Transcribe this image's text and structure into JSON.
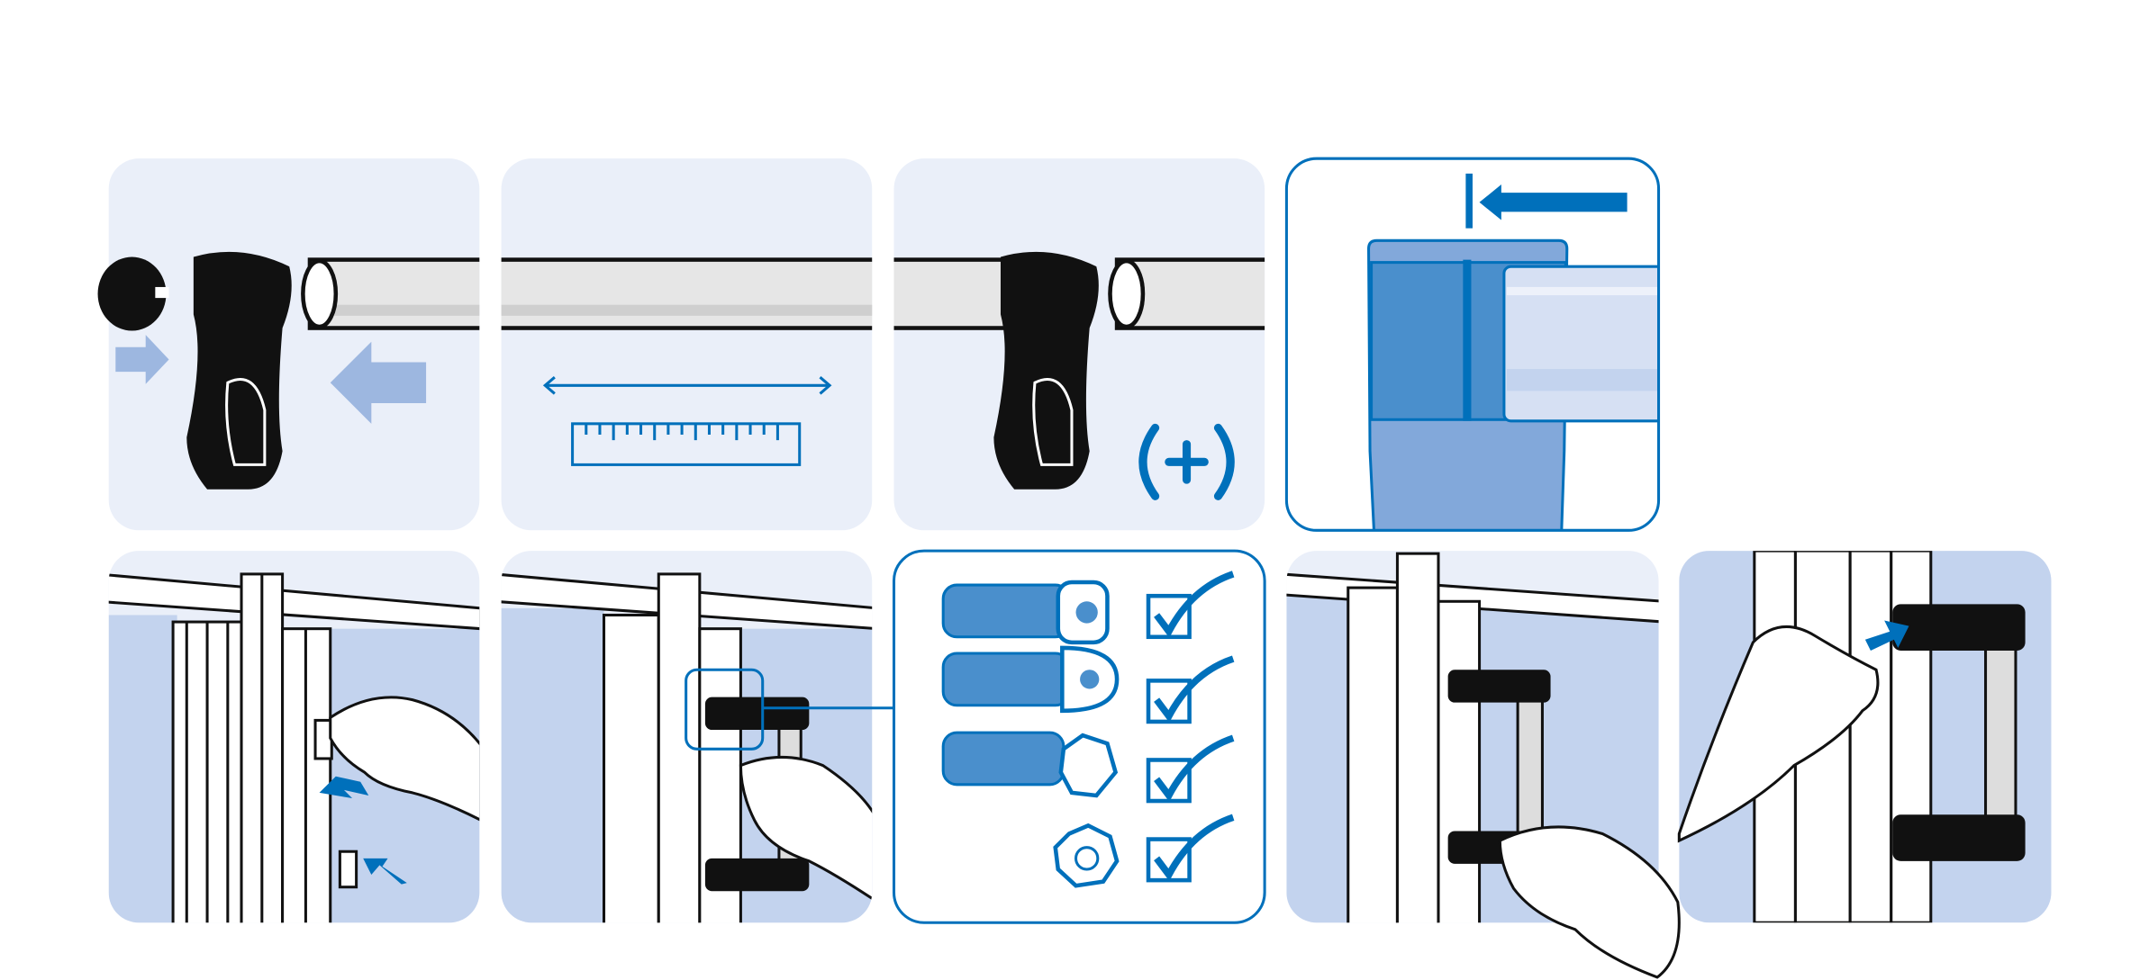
{
  "colors": {
    "panel_bg": "#eaeff9",
    "accent_blue": "#0070bb",
    "light_blue_arrow": "#9db7e0",
    "glass": "#c3d3ee",
    "tube": "#e6e6e6",
    "black": "#111111"
  },
  "steps": [
    {
      "id": 1,
      "icon": "clamp-assembly"
    },
    {
      "id": 2,
      "icon": "measure-tube"
    },
    {
      "id": 3,
      "icon": "clamp-with-plus"
    },
    {
      "id": 4,
      "icon": "tube-insert-detail"
    },
    {
      "id": 5,
      "icon": "insert-nut-into-profile"
    },
    {
      "id": 6,
      "icon": "attach-handle"
    },
    {
      "id": 7,
      "icon": "screw-types"
    },
    {
      "id": 8,
      "icon": "handle-mounted"
    },
    {
      "id": 9,
      "icon": "tighten-handle"
    }
  ]
}
